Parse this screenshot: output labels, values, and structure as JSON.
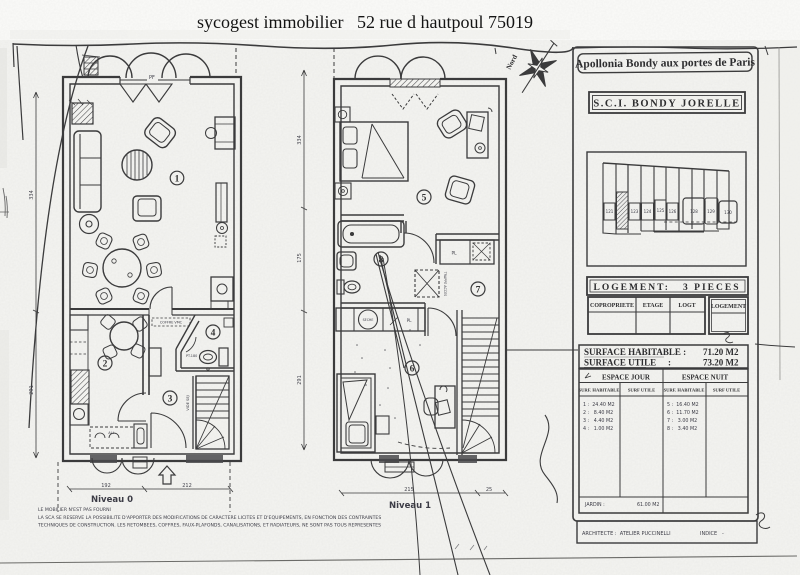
{
  "title": "sycogest immobilier   52 rue d hautpoul 75019",
  "room_numbers": [
    "1",
    "2",
    "3",
    "4",
    "5",
    "6",
    "7",
    "8"
  ],
  "plans": {
    "level0_label": "Niveau 0",
    "level1_label": "Niveau 1",
    "labels": {
      "pf": "PF",
      "coffre": "COFFRE VMC",
      "pt180": "PT.180",
      "alu": "ALL.",
      "vide": "VIDE SEJ",
      "trappe": "TRAPPE ACCES",
      "seche": "SECHE",
      "pl": "PL",
      "nord": "Nord"
    },
    "dims": {
      "level0_bottom_left": "192",
      "level0_bottom_right": "212",
      "level0_left_top": "334",
      "level0_left_bottom": "291",
      "level1_left_top": "334",
      "level1_left_mid": "175",
      "level1_left_bottom": "291",
      "level1_bottom_left": "215",
      "level1_bottom_right": "25"
    }
  },
  "panel": {
    "header": "Apollonia Bondy aux portes de Paris",
    "company": "S.C.I. BONDY JORELLE",
    "site_units": [
      "121",
      "",
      "123",
      "124",
      "125",
      "126",
      "",
      "128",
      "129",
      "130"
    ],
    "logement_title": "LOGEMENT:   3 PIECES",
    "table1": {
      "copropriete": "COPROPRIETE",
      "etage": "ETAGE",
      "logt": "LOGT",
      "logement": "LOGEMENT"
    },
    "surface": {
      "hab_label": "SURFACE HABITABLE :",
      "hab_value": "71.20 M2",
      "utile_label": "SURFACE UTILE",
      "utile_colon": ":",
      "utile_value": "73.20 M2"
    },
    "table2": {
      "jour": "ESPACE JOUR",
      "nuit": "ESPACE NUIT",
      "surf_hab": "SURF. HABITABLE",
      "surf_utile": "SURF UTILE",
      "jour_rows": [
        "1 :  24.40 M2",
        "2 :   8.40 M2",
        "3 :   4.40 M2",
        "4 :   1.00 M2"
      ],
      "nuit_rows": [
        "5 :  16.40 M2",
        "6 :  11.70 M2",
        "7 :   3.00 M2",
        "8 :   3.40 M2"
      ],
      "jardin_label": "JARDIN :",
      "jardin_value": "61.00 M2"
    },
    "footer": {
      "architecte": "ARCHITECTE :  ATELIER PUCCINELLI",
      "indice": "INDICE   -"
    }
  },
  "disclaimer": {
    "line1": "LE MOBILIER N'EST PAS FOURNI",
    "line2": "LA SCA SE RESERVE LA POSSIBILITE D'APPORTER DES MODIFICATIONS DE CARACTERE LICITES ET D'EQUIPEMENTS, EN FONCTION DES CONTRAINTES",
    "line3": "TECHNIQUES DE CONSTRUCTION. LES RETOMBEES, COFFRES, FAUX-PLAFONDS, CANALISATIONS, ET RADIATEURS, NE SONT PAS TOUS REPRESENTES"
  }
}
